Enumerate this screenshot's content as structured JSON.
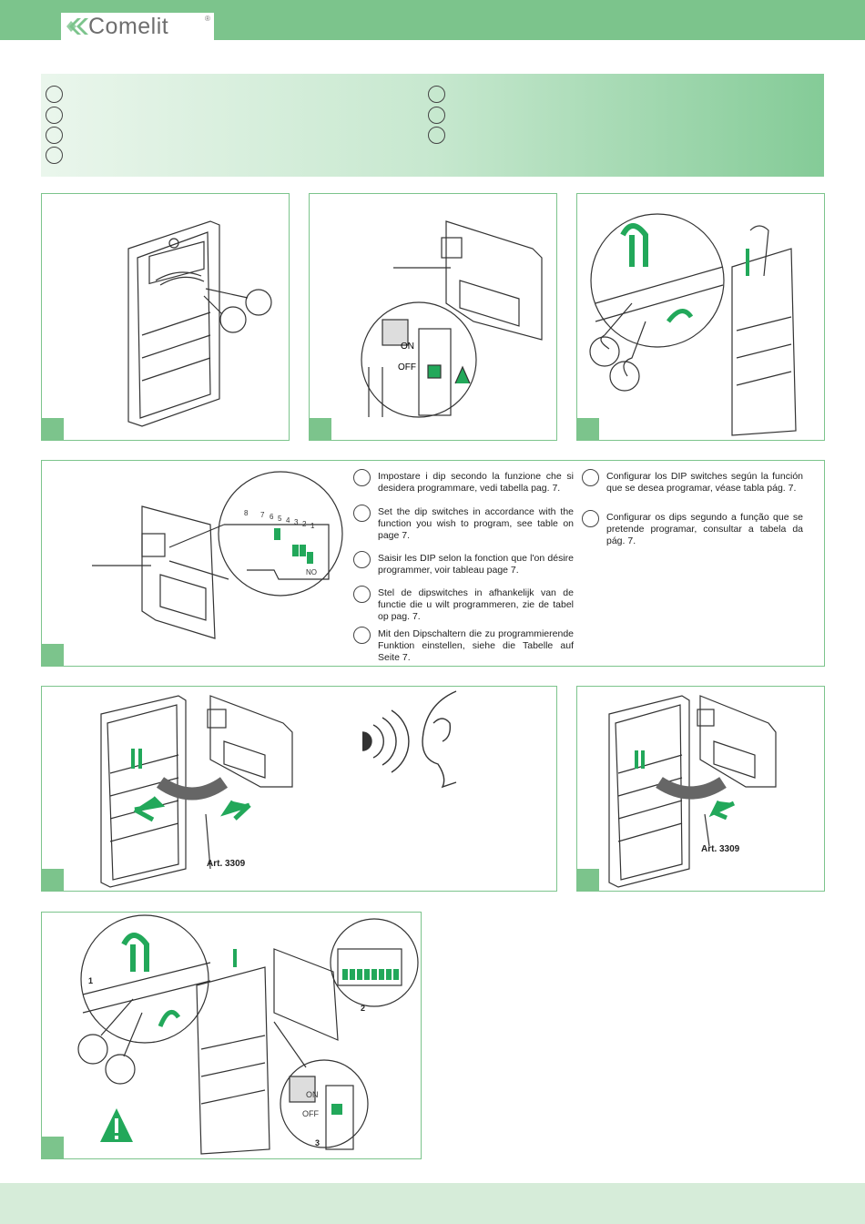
{
  "brand": {
    "name": "Comelit",
    "reg": "®"
  },
  "colors": {
    "accent": "#7cc48c",
    "pale": "#d6ecd9",
    "part": "#22a85a"
  },
  "panel4": {
    "instructions": [
      {
        "lang": "it",
        "text": "Impostare i dip secondo la funzione che si desidera programmare, vedi tabella pag. 7."
      },
      {
        "lang": "en",
        "text": "Set the dip switches in accordance with the function you wish to program, see table on page 7."
      },
      {
        "lang": "fr",
        "text": "Saisir les DIP selon la fonction que l'on désire programmer, voir tableau page 7."
      },
      {
        "lang": "nl",
        "text": "Stel de dipswitches in afhankelijk van de functie die u wilt programmeren, zie de tabel op pag. 7."
      },
      {
        "lang": "de",
        "text": "Mit den Dipschaltern die zu programmierende Funktion einstellen, siehe die Tabelle auf Seite 7."
      },
      {
        "lang": "es",
        "text": "Configurar los DIP switches según la función que se desea programar, véase tabla pág. 7."
      },
      {
        "lang": "pt",
        "text": "Configurar os dips segundo a função que se pretende programar, consultar a tabela da pág. 7."
      }
    ]
  },
  "switch_labels": {
    "on": "ON",
    "off": "OFF",
    "no": "NO",
    "dip_numbers": [
      "8",
      "7",
      "6",
      "5",
      "4",
      "3",
      "2",
      "1"
    ]
  },
  "panel5": {
    "art_label": "Art. 3309"
  },
  "panel6": {
    "art_label": "Art. 3309"
  },
  "panel7": {
    "step1": "1",
    "step2": "2",
    "step3": "3",
    "warning_icon": "warning-triangle-icon"
  }
}
